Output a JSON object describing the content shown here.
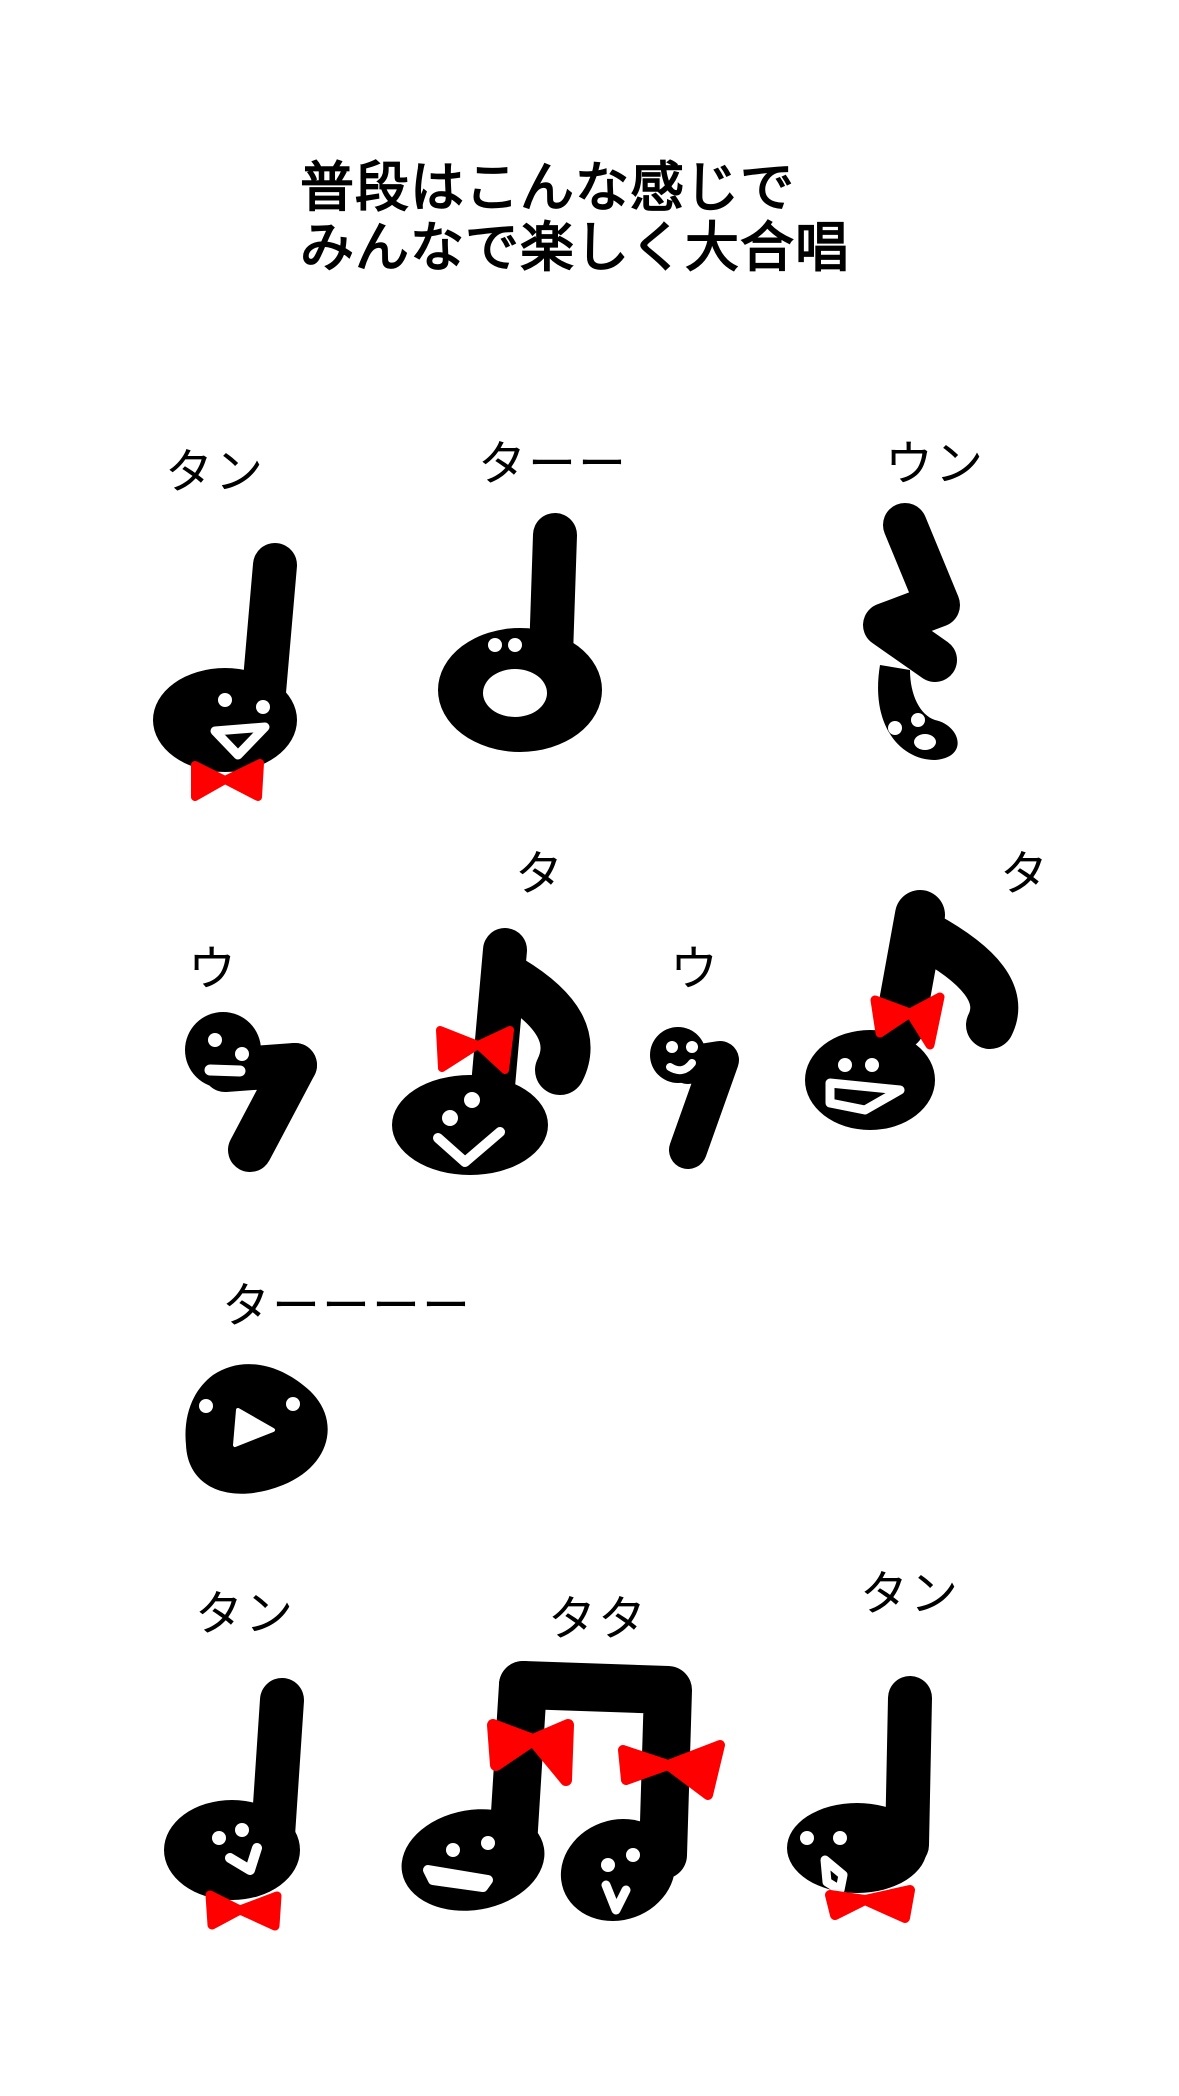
{
  "title": {
    "line1": "普段はこんな感じで",
    "line2": "みんなで楽しく大合唱"
  },
  "colors": {
    "background": "#ffffff",
    "ink": "#000000",
    "ribbon": "#ff0000",
    "face": "#ffffff"
  },
  "rows": [
    {
      "name": "row-1",
      "notes": [
        {
          "type": "quarter-note",
          "label": "タン",
          "ribbon": true
        },
        {
          "type": "half-note",
          "label": "ターー",
          "ribbon": false
        },
        {
          "type": "quarter-rest",
          "label": "ウン",
          "ribbon": false
        }
      ]
    },
    {
      "name": "row-2",
      "notes": [
        {
          "type": "eighth-rest",
          "label": "ウ",
          "ribbon": false
        },
        {
          "type": "eighth-note",
          "label": "タ",
          "ribbon": true
        },
        {
          "type": "eighth-rest",
          "label": "ウ",
          "ribbon": false
        },
        {
          "type": "eighth-note",
          "label": "タ",
          "ribbon": true
        }
      ]
    },
    {
      "name": "row-3",
      "notes": [
        {
          "type": "whole-note",
          "label": "ターーーー",
          "ribbon": false
        }
      ]
    },
    {
      "name": "row-4",
      "notes": [
        {
          "type": "quarter-note",
          "label": "タン",
          "ribbon": true
        },
        {
          "type": "beamed-eighth-notes",
          "label": "タタ",
          "ribbon": true
        },
        {
          "type": "quarter-note",
          "label": "タン",
          "ribbon": true
        }
      ]
    }
  ]
}
